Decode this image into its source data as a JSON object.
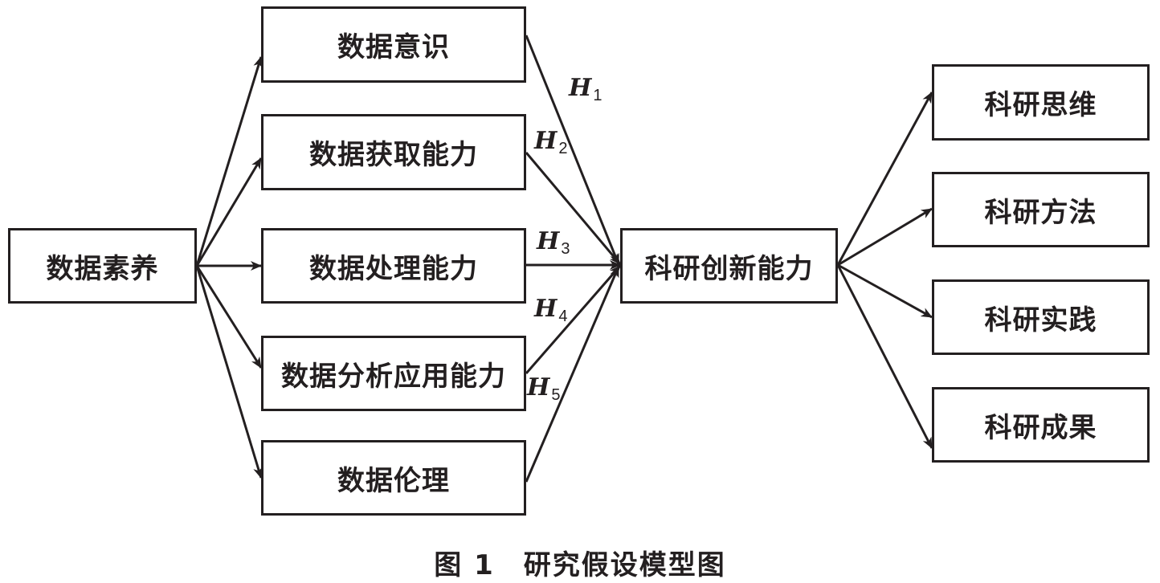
{
  "nodes": {
    "literacy": "数据素养",
    "awareness": "数据意识",
    "acquisition": "数据获取能力",
    "processing": "数据处理能力",
    "analysis": "数据分析应用能力",
    "ethics": "数据伦理",
    "innovation": "科研创新能力",
    "thinking": "科研思维",
    "method": "科研方法",
    "practice": "科研实践",
    "outcome": "科研成果"
  },
  "hypotheses": [
    {
      "letter": "H",
      "index": "1"
    },
    {
      "letter": "H",
      "index": "2"
    },
    {
      "letter": "H",
      "index": "3"
    },
    {
      "letter": "H",
      "index": "4"
    },
    {
      "letter": "H",
      "index": "5"
    }
  ],
  "caption": "图 1　研究假设模型图",
  "colors": {
    "line": "#231f20",
    "background": "#ffffff"
  }
}
